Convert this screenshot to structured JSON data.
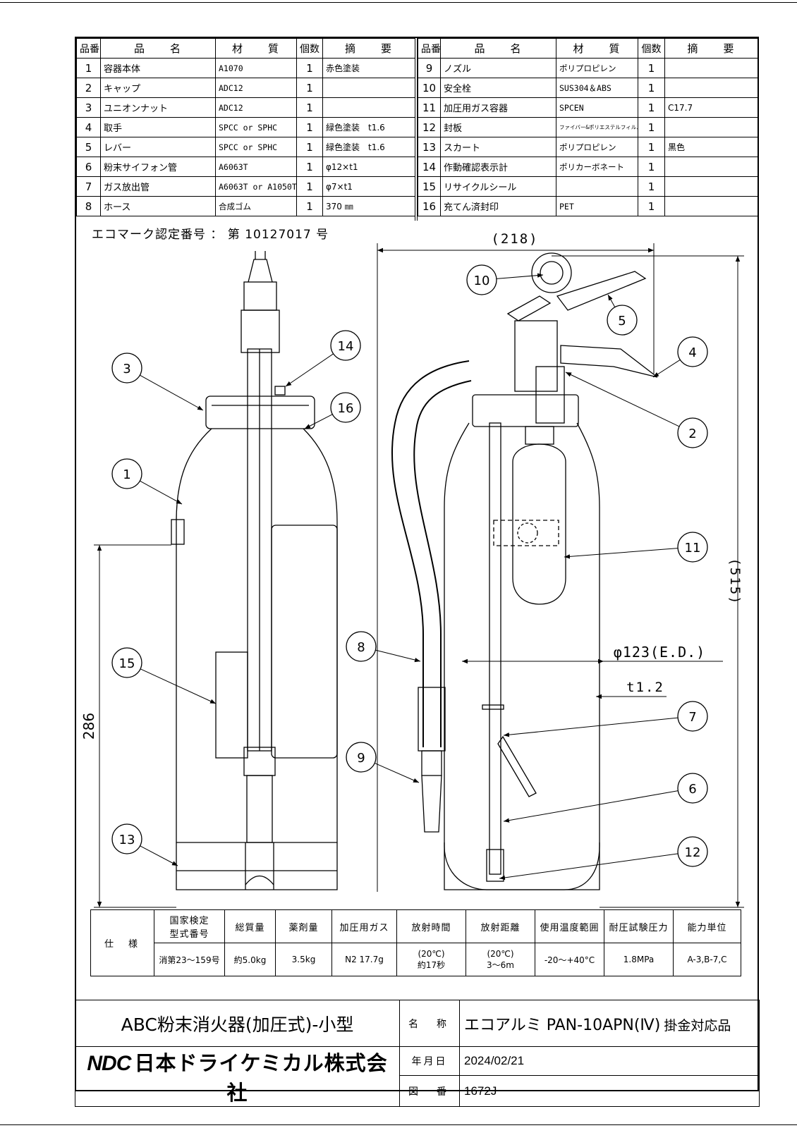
{
  "parts_header": {
    "no": "品番",
    "name": "品　　名",
    "material": "材　　質",
    "qty": "個数",
    "note": "摘　　要"
  },
  "parts_left": [
    {
      "no": "1",
      "name": "容器本体",
      "material": "A1070",
      "qty": "1",
      "note": "赤色塗装"
    },
    {
      "no": "2",
      "name": "キャップ",
      "material": "ADC12",
      "qty": "1",
      "note": ""
    },
    {
      "no": "3",
      "name": "ユニオンナット",
      "material": "ADC12",
      "qty": "1",
      "note": ""
    },
    {
      "no": "4",
      "name": "取手",
      "material": "SPCC or SPHC",
      "qty": "1",
      "note": "緑色塗装　t1.6"
    },
    {
      "no": "5",
      "name": "レバー",
      "material": "SPCC or SPHC",
      "qty": "1",
      "note": "緑色塗装　t1.6"
    },
    {
      "no": "6",
      "name": "粉末サイフォン管",
      "material": "A6063T",
      "qty": "1",
      "note": "φ12×t1"
    },
    {
      "no": "7",
      "name": "ガス放出管",
      "material": "A6063T or A1050T",
      "qty": "1",
      "note": "φ7×t1"
    },
    {
      "no": "8",
      "name": "ホース",
      "material": "合成ゴム",
      "qty": "1",
      "note": "370 ㎜"
    }
  ],
  "parts_right": [
    {
      "no": "9",
      "name": "ノズル",
      "material": "ポリプロピレン",
      "qty": "1",
      "note": ""
    },
    {
      "no": "10",
      "name": "安全栓",
      "material": "SUS304＆ABS",
      "qty": "1",
      "note": ""
    },
    {
      "no": "11",
      "name": "加圧用ガス容器",
      "material": "SPCEN",
      "qty": "1",
      "note": "C17.7"
    },
    {
      "no": "12",
      "name": "封板",
      "material": "ファイバー&ポリエステルフィルム",
      "qty": "1",
      "note": ""
    },
    {
      "no": "13",
      "name": "スカート",
      "material": "ポリプロピレン",
      "qty": "1",
      "note": "黒色"
    },
    {
      "no": "14",
      "name": "作動確認表示計",
      "material": "ポリカーボネート",
      "qty": "1",
      "note": ""
    },
    {
      "no": "15",
      "name": "リサイクルシール",
      "material": "",
      "qty": "1",
      "note": ""
    },
    {
      "no": "16",
      "name": "充てん済封印",
      "material": "PET",
      "qty": "1",
      "note": ""
    }
  ],
  "eco_mark": "エコマーク認定番号 ： 第 10127017 号",
  "dimensions": {
    "width": "(218)",
    "height": "(515)",
    "diameter": "φ123(E.D.)",
    "thickness": "t1.2",
    "left_height": "286"
  },
  "callouts_left": [
    "3",
    "14",
    "16",
    "1",
    "15",
    "13"
  ],
  "callouts_right": [
    "10",
    "5",
    "4",
    "2",
    "11",
    "8",
    "7",
    "9",
    "6",
    "12"
  ],
  "spec": {
    "label": "仕　様",
    "headers": [
      "国家検定\n型式番号",
      "総質量",
      "薬剤量",
      "加圧用ガス",
      "放射時間",
      "放射距離",
      "使用温度範囲",
      "耐圧試験圧力",
      "能力単位"
    ],
    "values": [
      "消第23～159号",
      "約5.0kg",
      "3.5kg",
      "N2 17.7g",
      "(20℃)\n約17秒",
      "(20℃)\n3～6m",
      "-20～+40°C",
      "1.8MPa",
      "A-3,B-7,C"
    ]
  },
  "title_block": {
    "product": "ABC粉末消火器(加圧式)-小型",
    "name_label": "名　称",
    "name_value": "エコアルミ PAN-10APN(Ⅳ)",
    "name_suffix": "掛金対応品",
    "date_label": "年月日",
    "date_value": "2024/02/21",
    "drawing_label": "図　番",
    "drawing_value": "1672J",
    "logo": "NDC",
    "company": "日本ドライケミカル株式会社"
  }
}
